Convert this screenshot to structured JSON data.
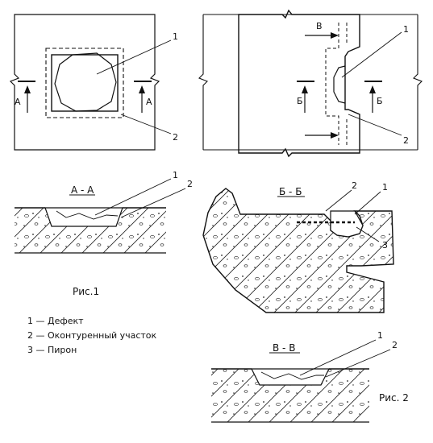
{
  "fig1": {
    "callout_defect": "1",
    "callout_outline": "2",
    "section_mark": "А",
    "section_title": "А - А",
    "caption": "Рис.1"
  },
  "fig2": {
    "callout_defect": "1",
    "callout_outline": "2",
    "callout_dowel": "3",
    "mark_b": "Б",
    "mark_v": "В",
    "section_b_title": "Б - Б",
    "section_v_title": "В - В",
    "caption": "Рис. 2"
  },
  "legend": [
    "1 — Дефект",
    "2 — Оконтуренный участок",
    "3 — Пирон"
  ]
}
